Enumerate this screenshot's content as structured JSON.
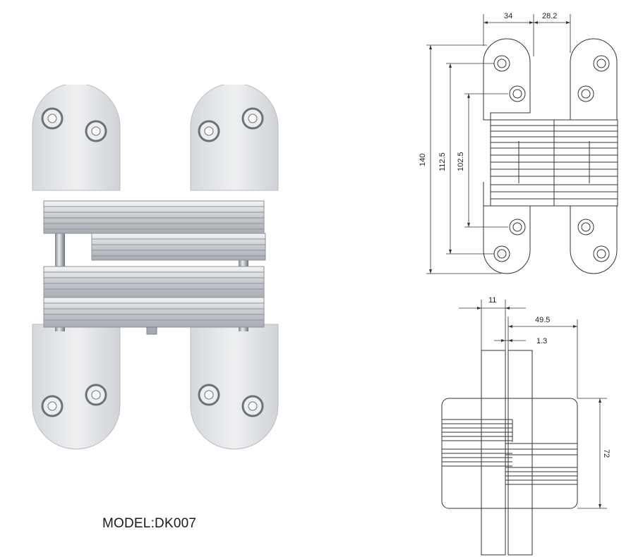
{
  "model": {
    "label": "MODEL:DK007"
  },
  "front_view": {
    "width_left": "34",
    "width_right": "28.2",
    "height_total": "140",
    "height_outer_holes": "112.5",
    "height_inner_holes": "102.5"
  },
  "side_view": {
    "leaf_width": "11",
    "depth": "49.5",
    "gap": "1.3",
    "body_height": "72"
  },
  "colors": {
    "metal_light": "#e4e6e9",
    "metal_mid": "#c9ccd1",
    "metal_dark": "#9a9ea5",
    "line": "#333333"
  }
}
